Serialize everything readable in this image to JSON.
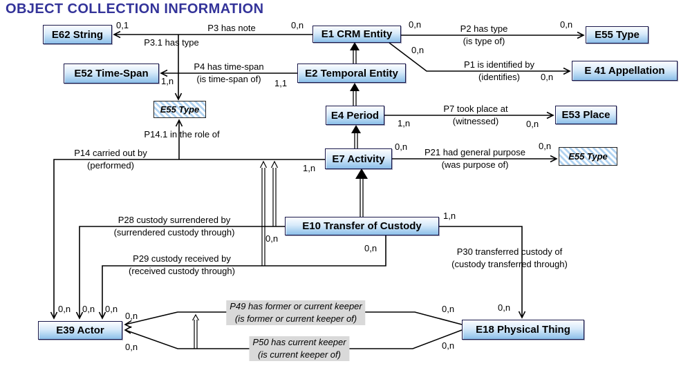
{
  "title": "OBJECT COLLECTION INFORMATION",
  "nodes": {
    "e62": "E62 String",
    "e1": "E1 CRM Entity",
    "e55_top": "E55 Type",
    "e52": "E52 Time-Span",
    "e2": "E2 Temporal Entity",
    "e41": "E 41 Appellation",
    "e55_mid": "E55 Type",
    "e4": "E4 Period",
    "e53": "E53 Place",
    "e7": "E7 Activity",
    "e55_right": "E55 Type",
    "e10": "E10 Transfer of Custody",
    "e39": "E39 Actor",
    "e18": "E18 Physical Thing"
  },
  "properties": {
    "p3": {
      "line1": "P3 has note"
    },
    "p3_1": {
      "line1": "P3.1 has type"
    },
    "p2": {
      "line1": "P2 has type",
      "line2": "(is type of)"
    },
    "p1": {
      "line1": "P1 is identified by",
      "line2": "(identifies)"
    },
    "p4": {
      "line1": "P4 has time-span",
      "line2": "(is time-span of)"
    },
    "p7": {
      "line1": "P7 took place at",
      "line2": "(witnessed)"
    },
    "p21": {
      "line1": "P21 had general purpose",
      "line2": "(was purpose of)"
    },
    "p14": {
      "line1": "P14 carried out by",
      "line2": "(performed)"
    },
    "p14_1": {
      "line1": "P14.1 in the role of"
    },
    "p28": {
      "line1": "P28 custody surrendered by",
      "line2": "(surrendered custody through)"
    },
    "p29": {
      "line1": "P29 custody received by",
      "line2": "(received custody through)"
    },
    "p30": {
      "line1": "P30 transferred custody of",
      "line2": "(custody transferred through)"
    },
    "p49": {
      "line1": "P49 has former or current keeper",
      "line2": "(is former or current keeper of)"
    },
    "p50": {
      "line1": "P50 has current keeper",
      "line2": "(is current keeper of)"
    }
  },
  "cardinalities": {
    "p3_range": "0,1",
    "p3_domain": "0,n",
    "p2_domain": "0,n",
    "p2_range": "0,n",
    "p1_domain": "0,n",
    "p1_range": "0,n",
    "p4_range": "1,n",
    "p4_domain": "1,1",
    "p7_domain": "1,n",
    "p7_range": "0,n",
    "p21_domain": "0,n",
    "p21_range": "0,n",
    "p14_domain": "1,n",
    "p14_range": "0,n",
    "p28_domain": "0,n",
    "p28_range": "0,n",
    "p29_domain": "0,n",
    "p29_range": "0,n",
    "p30_domain": "1,n",
    "p30_range": "0,n",
    "p49_domain": "0,n",
    "p49_range": "0,n",
    "p50_domain": "0,n",
    "p50_range": "0,n"
  },
  "colors": {
    "title": "#333399",
    "box_border": "#16164a",
    "box_fill_top": "#fbfdff",
    "box_fill_bottom": "#8cbfe9",
    "hatch_stripe": "#b0d2f0",
    "keeper_label_bg": "#d9d9d9",
    "line": "#000000"
  }
}
